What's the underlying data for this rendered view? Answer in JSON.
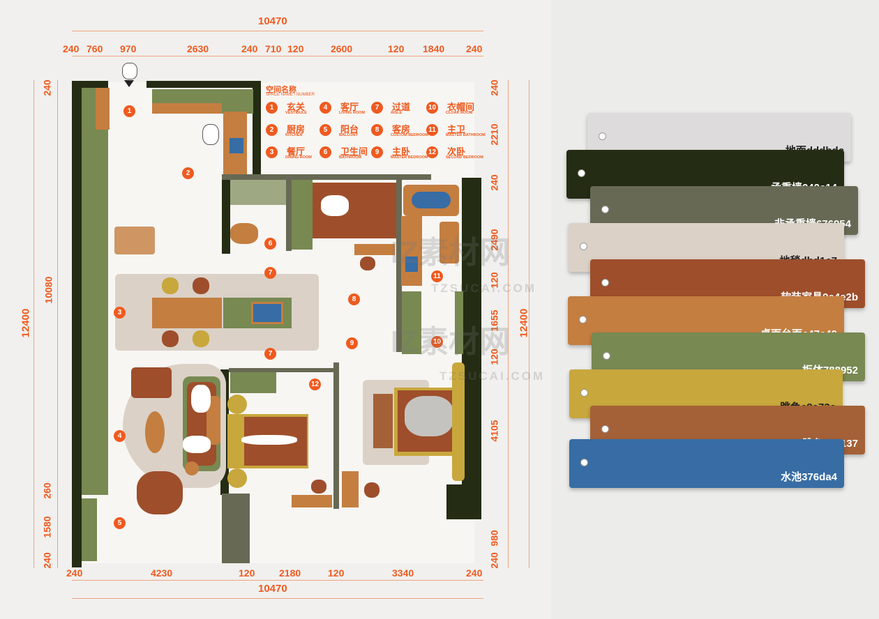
{
  "dimensions": {
    "top_total": "10470",
    "top": [
      "240",
      "760",
      "970",
      "2630",
      "240",
      "710",
      "120",
      "2600",
      "120",
      "1840",
      "240"
    ],
    "bottom_total": "10470",
    "bottom": [
      "240",
      "4230",
      "120",
      "2180",
      "120",
      "3340",
      "240"
    ],
    "left_total": "12400",
    "left": [
      "240",
      "10080",
      "260",
      "1580",
      "240"
    ],
    "right_total": "12400",
    "right": [
      "240",
      "2210",
      "240",
      "2490",
      "120",
      "1655",
      "120",
      "4105",
      "240",
      "980"
    ]
  },
  "legend": {
    "title": "空间名称",
    "subtitle": "SPACE NAME / NUMBER",
    "items": [
      {
        "num": "1",
        "cn": "玄关",
        "en": "VESTIBULE"
      },
      {
        "num": "4",
        "cn": "客厅",
        "en": "LIVING ROOM"
      },
      {
        "num": "7",
        "cn": "过道",
        "en": "AISLE"
      },
      {
        "num": "10",
        "cn": "衣帽间",
        "en": "CLOAK ROOM"
      },
      {
        "num": "2",
        "cn": "厨房",
        "en": "KITCHEN"
      },
      {
        "num": "5",
        "cn": "阳台",
        "en": "BALCONY"
      },
      {
        "num": "8",
        "cn": "客房",
        "en": "CUSTOM BEDROOM"
      },
      {
        "num": "11",
        "cn": "主卫",
        "en": "MASTER BATHROOM"
      },
      {
        "num": "3",
        "cn": "餐厅",
        "en": "DINING ROOM"
      },
      {
        "num": "6",
        "cn": "卫生间",
        "en": "BATHROOM"
      },
      {
        "num": "9",
        "cn": "主卧",
        "en": "MASTER BEDROOM"
      },
      {
        "num": "12",
        "cn": "次卧",
        "en": "SECOND BEDROOM"
      }
    ]
  },
  "room_numbers": [
    "1",
    "2",
    "3",
    "4",
    "5",
    "6",
    "7",
    "7",
    "8",
    "9",
    "10",
    "11",
    "12"
  ],
  "watermark": {
    "main": "IZ素材网",
    "sub": "TZSUCAI.COM"
  },
  "swatches": [
    {
      "label": "地面dddbdc",
      "color": "#dddbdc",
      "text": "#222"
    },
    {
      "label": "承重墙242c14",
      "color": "#242c14",
      "text": "#fff"
    },
    {
      "label": "非承重墙676954",
      "color": "#676954",
      "text": "#fff"
    },
    {
      "label": "地毯dbd1c7",
      "color": "#dbd1c7",
      "text": "#222"
    },
    {
      "label": "软装家具9e4e2b",
      "color": "#9e4e2b",
      "text": "#fff"
    },
    {
      "label": "桌面台面c47e40",
      "color": "#c47e40",
      "text": "#fff"
    },
    {
      "label": "柜体788952",
      "color": "#788952",
      "text": "#fff"
    },
    {
      "label": "跳色c8a73c",
      "color": "#c8a73c",
      "text": "#222"
    },
    {
      "label": "跳色a46137",
      "color": "#a46137",
      "text": "#fff"
    },
    {
      "label": "水池376da4",
      "color": "#376da4",
      "text": "#fff"
    }
  ]
}
